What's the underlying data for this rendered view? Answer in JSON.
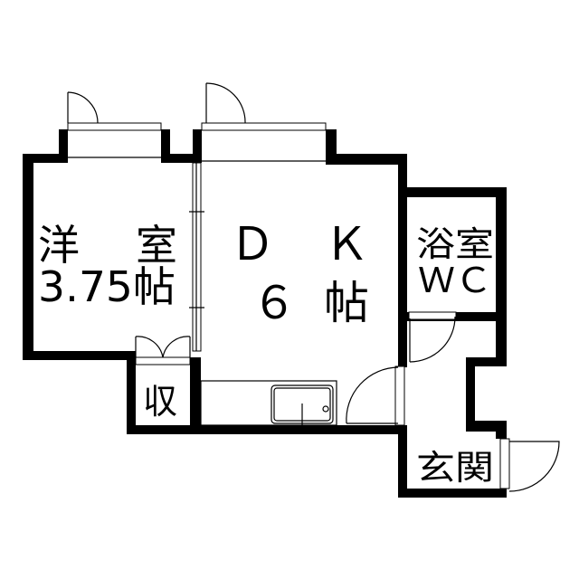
{
  "floor_plan": {
    "rooms": [
      {
        "id": "western_room",
        "name_left": "洋",
        "name_right": "室",
        "size": "3.75帖"
      },
      {
        "id": "dk",
        "name_left": "Ｄ",
        "name_right": "Ｋ",
        "size_num": "６",
        "size_unit": "帖"
      },
      {
        "id": "bath",
        "name": "浴室",
        "sub": "ＷＣ"
      },
      {
        "id": "closet",
        "name": "収"
      },
      {
        "id": "entrance",
        "name": "玄関"
      }
    ]
  }
}
